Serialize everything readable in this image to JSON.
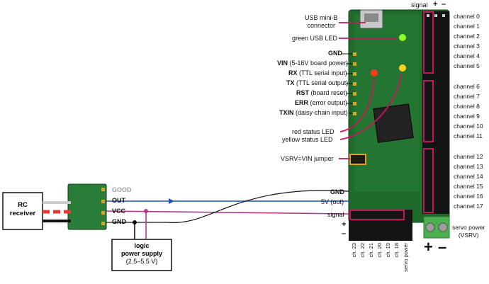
{
  "labels": {
    "signal_header": "signal",
    "plus": "+",
    "minus": "–",
    "usb_line1": "USB mini-B",
    "usb_line2": "connector",
    "green_led": "green USB LED",
    "gnd": "GND",
    "vin_pin": "VIN",
    "vin_desc": "(5-16V board power)",
    "rx_pin": "RX",
    "rx_desc": "(TTL serial input)",
    "tx_pin": "TX",
    "tx_desc": "(TTL serial output)",
    "rst_pin": "RST",
    "rst_desc": "(board reset)",
    "err_pin": "ERR",
    "err_desc": "(error output)",
    "txin_pin": "TXIN",
    "txin_desc": "(daisy-chain input)",
    "red_led": "red status LED",
    "yellow_led": "yellow status LED",
    "vsrv_jumper": "VSRV=VIN jumper",
    "gnd_right": "GND",
    "v5_out": "5V (out)",
    "signal_left": "signal",
    "plus_left": "+",
    "minus_left": "–",
    "servo_power_line1": "servo power",
    "servo_power_line2": "(VSRV)",
    "big_plus": "+",
    "big_minus": "–",
    "rc_line1": "RC",
    "rc_line2": "receiver",
    "good": "GOOD",
    "out": "OUT",
    "vcc": "VCC",
    "gnd_left": "GND",
    "lps_line1": "logic",
    "lps_line2": "power supply",
    "lps_line3": "(2.5–5.5 V)"
  },
  "channels": [
    "channel 0",
    "channel 1",
    "channel 2",
    "channel 3",
    "channel 4",
    "channel 5",
    "channel 6",
    "channel 7",
    "channel 8",
    "channel 9",
    "channel 10",
    "channel 11",
    "channel 12",
    "channel 13",
    "channel 14",
    "channel 15",
    "channel 16",
    "channel 17"
  ],
  "bottom_channels": [
    "ch. 23",
    "ch. 22",
    "ch. 21",
    "ch. 20",
    "ch. 19",
    "ch. 18",
    "servo power"
  ],
  "colors": {
    "board": "#1f6b2c",
    "highlight": "#c2185b",
    "out_wire": "#1f4fbf",
    "vcc_wire": "#b03a8a",
    "jumper": "#e6a21a",
    "led_red": "#ff3b1f",
    "led_yellow": "#ffd21f",
    "led_green": "#8cff2a"
  }
}
